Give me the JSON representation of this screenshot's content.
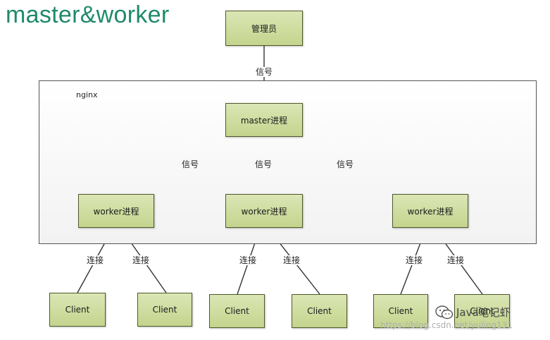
{
  "title": "master&worker",
  "nginx_label": "nginx",
  "nodes": {
    "admin": "管理员",
    "master": "master进程",
    "worker1": "worker进程",
    "worker2": "worker进程",
    "worker3": "worker进程",
    "client1": "Client",
    "client2": "Client",
    "client3": "Client",
    "client4": "Client",
    "client5": "Client",
    "client6": "Client"
  },
  "edge_labels": {
    "admin_master": "信号",
    "master_worker1": "信号",
    "master_worker2": "信号",
    "master_worker3": "信号",
    "connect1": "连接",
    "connect2": "连接",
    "connect3": "连接",
    "connect4": "连接",
    "connect5": "连接",
    "connect6": "连接"
  },
  "watermark": {
    "brand": "Java笔记虾",
    "url": "https://blog.csdn.net/yuling131"
  },
  "colors": {
    "node_fill": "#c4d48d",
    "node_border": "#4e5a2a",
    "title": "#1f8a6a"
  }
}
